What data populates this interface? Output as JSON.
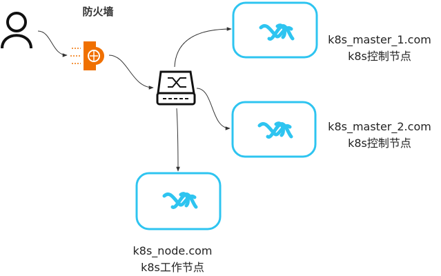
{
  "firewall": {
    "label": "防火墙",
    "color": "#f07000"
  },
  "nodes": [
    {
      "name": "k8s_master_1.com",
      "role": "k8s控制节点"
    },
    {
      "name": "k8s_master_2.com",
      "role": "k8s控制节点"
    },
    {
      "name": "k8s_node.com",
      "role": "k8s工作节点"
    }
  ],
  "colors": {
    "node": "#2ec4f0",
    "edge": "#333333"
  }
}
